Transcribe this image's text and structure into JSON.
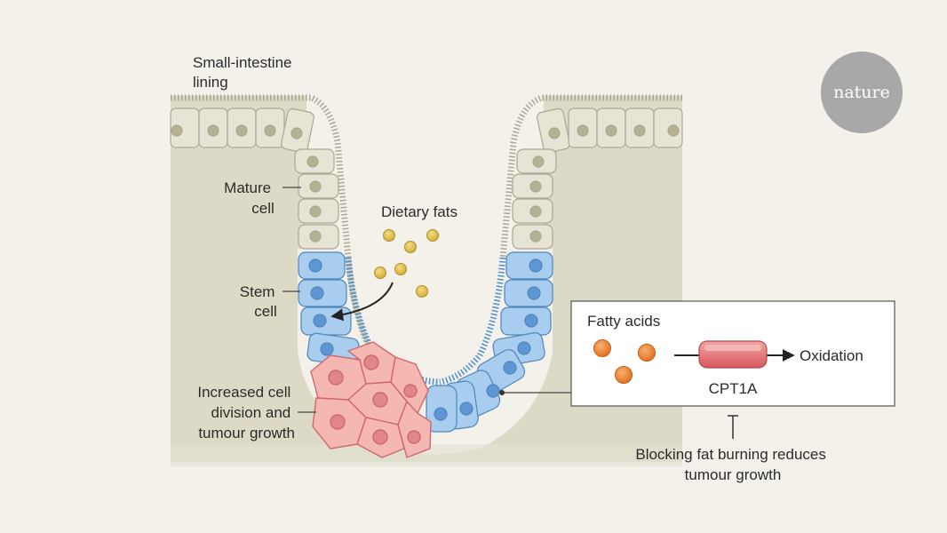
{
  "labels": {
    "lining": [
      "Small-intestine",
      "lining"
    ],
    "mature": [
      "Mature",
      "cell"
    ],
    "stem": [
      "Stem",
      "cell"
    ],
    "tumour": [
      "Increased cell",
      "division and",
      "tumour growth"
    ],
    "dietary": "Dietary fats",
    "fatty_acids": "Fatty acids",
    "oxidation": "Oxidation",
    "enzyme": "CPT1A",
    "blocking": [
      "Blocking fat burning reduces",
      "tumour growth"
    ]
  },
  "logo": "nature",
  "colors": {
    "background": "#f3f1ea",
    "tissue": "#dcdac7",
    "mature_cell": "#e6e4d5",
    "stem_cell": "#a9cdef",
    "tumour_cell": "#f4b7b2",
    "fat_droplet": "#e2c24d",
    "fatty_acid": "#ee8a38",
    "enzyme": "#e8797c",
    "logo": "#a8a8a8"
  }
}
